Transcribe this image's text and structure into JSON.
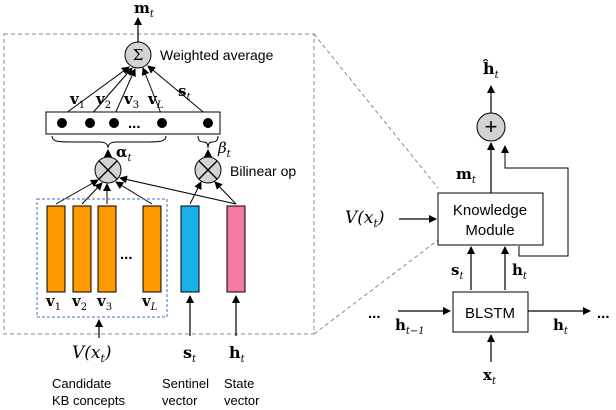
{
  "labels": {
    "m_t_top": {
      "base": "m",
      "sub": "t"
    },
    "sigma": "Σ",
    "weighted_average": "Weighted average",
    "v1": {
      "base": "v",
      "sub": "1"
    },
    "v2": {
      "base": "v",
      "sub": "2"
    },
    "v3": {
      "base": "v",
      "sub": "3"
    },
    "vL": {
      "base": "v",
      "sub": "L"
    },
    "s_t_top": {
      "base": "s",
      "sub": "t"
    },
    "dots_vector": "...",
    "alpha_t": {
      "base": "α",
      "sub": "t"
    },
    "beta_t": {
      "base": "β",
      "sub": "t"
    },
    "bilinear_op": "Bilinear op",
    "bar_dots": "...",
    "bar_v1": {
      "base": "v",
      "sub": "1"
    },
    "bar_v2": {
      "base": "v",
      "sub": "2"
    },
    "bar_v3": {
      "base": "v",
      "sub": "3"
    },
    "bar_vL": {
      "base": "v",
      "sub": "L"
    },
    "V_left": "V(x",
    "V_left_sub": "t",
    "s_t_bottom": {
      "base": "s",
      "sub": "t"
    },
    "h_t_bottom": {
      "base": "h",
      "sub": "t"
    },
    "candidate_line1": "Candidate",
    "candidate_line2": "KB concepts",
    "sentinel_line1": "Sentinel",
    "sentinel_line2": "vector",
    "state_line1": "State",
    "state_line2": "vector",
    "hhat_t": {
      "base": "ĥ",
      "sub": "t"
    },
    "plus": "+",
    "m_t_right": {
      "base": "m",
      "sub": "t"
    },
    "V_right": "V(x",
    "V_right_sub": "t",
    "km_line1": "Knowledge",
    "km_line2": "Module",
    "s_t_right": {
      "base": "s",
      "sub": "t"
    },
    "h_t_right": {
      "base": "h",
      "sub": "t"
    },
    "dots_left": "...",
    "h_tm1": {
      "base": "h",
      "sub": "t−1"
    },
    "blstm": "BLSTM",
    "h_t_out": {
      "base": "h",
      "sub": "t"
    },
    "dots_right": "...",
    "x_t": {
      "base": "x",
      "sub": "t"
    }
  },
  "colors": {
    "orange": "#FF9900",
    "blue": "#1AB0E8",
    "pink": "#F27BA3",
    "op_gray": "#D3D3D3",
    "dashed_box": "#8A8A8A",
    "inner_dashed": "#3F6FBF"
  }
}
